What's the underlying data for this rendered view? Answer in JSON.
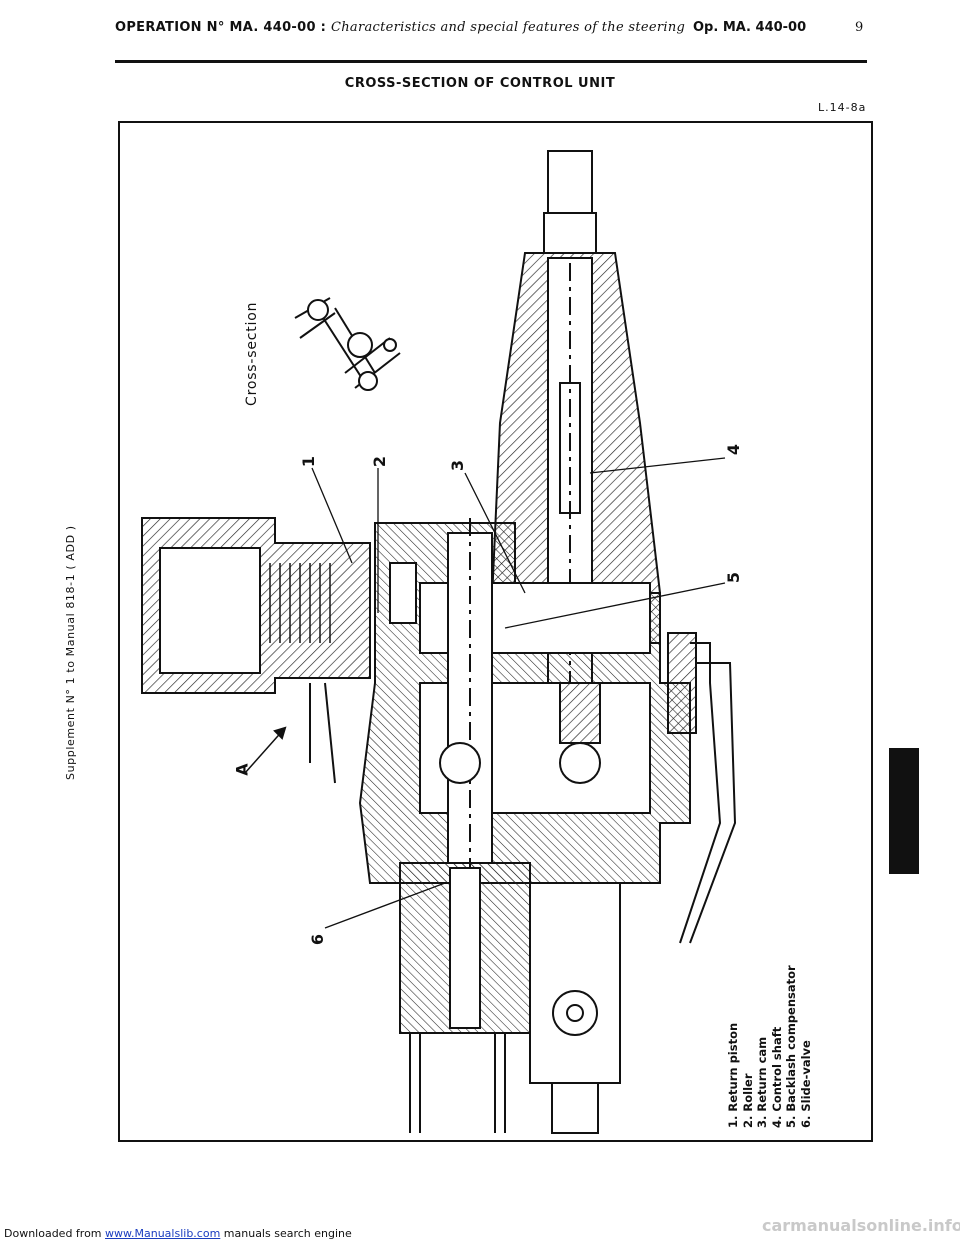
{
  "header": {
    "operation": "OPERATION N° MA. 440-00 :",
    "subject": "Characteristics and special features of the steering",
    "op_code": "Op. MA. 440-00",
    "page_number": "9"
  },
  "title": "CROSS-SECTION OF CONTROL UNIT",
  "figure_ref": "L.14-8a",
  "side_note": "Supplement N° 1 to Manual 818-1 ( ADD )",
  "diagram": {
    "inset_label": "Cross-section",
    "callouts": [
      "1",
      "2",
      "3",
      "4",
      "5",
      "6"
    ],
    "view_marker": "A"
  },
  "legend": [
    "1. Return piston",
    "2. Roller",
    "3. Return cam",
    "4. Control shaft",
    "5. Backlash compensator",
    "6. Slide-valve"
  ],
  "footer": {
    "prefix": "Downloaded from",
    "link": "www.Manualslib.com",
    "suffix": "manuals search engine"
  },
  "watermark": "carmanualsonline.info"
}
